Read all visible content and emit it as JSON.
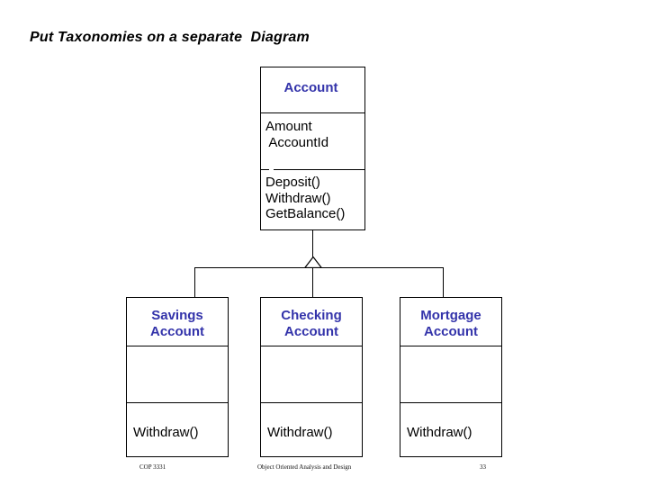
{
  "slide": {
    "title": "Put Taxonomies on a separate  Diagram",
    "accent_color": "#3333aa",
    "line_color": "#000000",
    "background": "#ffffff"
  },
  "diagram": {
    "type": "uml-class-diagram",
    "relationship": "generalization",
    "superclass": {
      "name": "Account",
      "attributes": "Amount\n AccountId",
      "attribute_list": [
        "Amount",
        "AccountId"
      ],
      "operations": "Deposit()\nWithdraw()\nGetBalance()",
      "operation_list": [
        "Deposit()",
        "Withdraw()",
        "GetBalance()"
      ]
    },
    "subclasses": [
      {
        "name": "Savings\nAccount",
        "name_line1": "Savings",
        "name_line2": "Account",
        "attributes": "",
        "operations": "Withdraw()"
      },
      {
        "name": "Checking\nAccount",
        "name_line1": "Checking",
        "name_line2": "Account",
        "attributes": "",
        "operations": "Withdraw()"
      },
      {
        "name": "Mortgage\nAccount",
        "name_line1": "Mortgage",
        "name_line2": "Account",
        "attributes": "",
        "operations": "Withdraw()"
      }
    ]
  },
  "footer": {
    "left": "COP 3331",
    "center": "Object Oriented Analysis and Design",
    "page_number": "33"
  }
}
